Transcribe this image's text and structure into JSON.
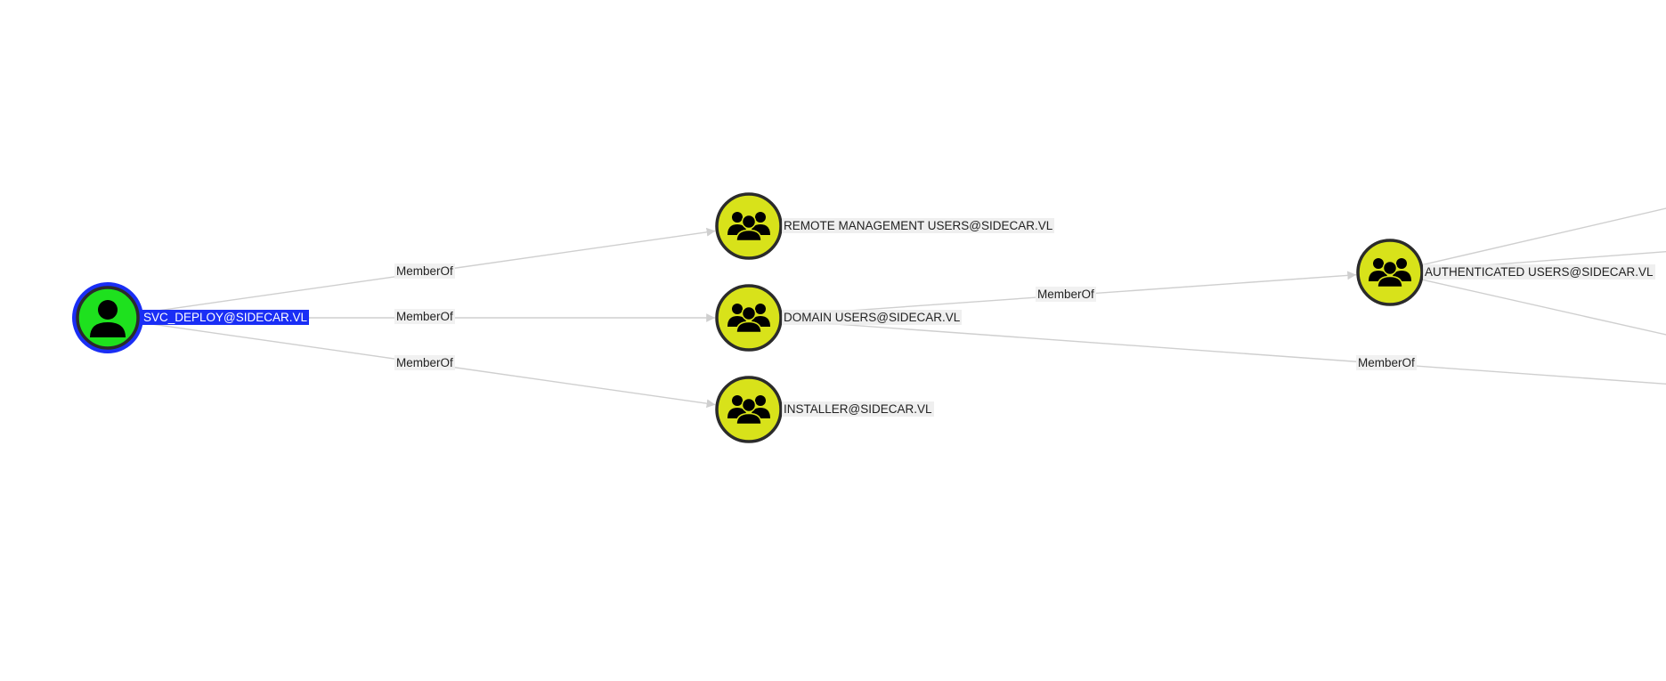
{
  "colors": {
    "user_node": "#1ee11e",
    "group_node": "#d8e21a",
    "selected_ring": "#1a2ef5",
    "edge": "#cfcfcf",
    "node_border": "#2b2b2b"
  },
  "nodes": [
    {
      "id": "svc",
      "label": "SVC_DEPLOY@SIDECAR.VL",
      "icon": "user-icon",
      "selected": true
    },
    {
      "id": "rmu",
      "label": "REMOTE MANAGEMENT USERS@SIDECAR.VL",
      "icon": "group-icon",
      "selected": false
    },
    {
      "id": "du",
      "label": "DOMAIN USERS@SIDECAR.VL",
      "icon": "group-icon",
      "selected": false
    },
    {
      "id": "inst",
      "label": "INSTALLER@SIDECAR.VL",
      "icon": "group-icon",
      "selected": false
    },
    {
      "id": "au",
      "label": "AUTHENTICATED USERS@SIDECAR.VL",
      "icon": "group-icon",
      "selected": false
    }
  ],
  "edges": [
    {
      "from": "svc",
      "to": "rmu",
      "label": "MemberOf"
    },
    {
      "from": "svc",
      "to": "du",
      "label": "MemberOf"
    },
    {
      "from": "svc",
      "to": "inst",
      "label": "MemberOf"
    },
    {
      "from": "du",
      "to": "au",
      "label": "MemberOf"
    },
    {
      "from": "du",
      "to": "offscreen-1",
      "label": "MemberOf"
    },
    {
      "from": "au",
      "to": "offscreen-2",
      "label": ""
    },
    {
      "from": "au",
      "to": "offscreen-3",
      "label": ""
    },
    {
      "from": "au",
      "to": "offscreen-4",
      "label": ""
    }
  ]
}
